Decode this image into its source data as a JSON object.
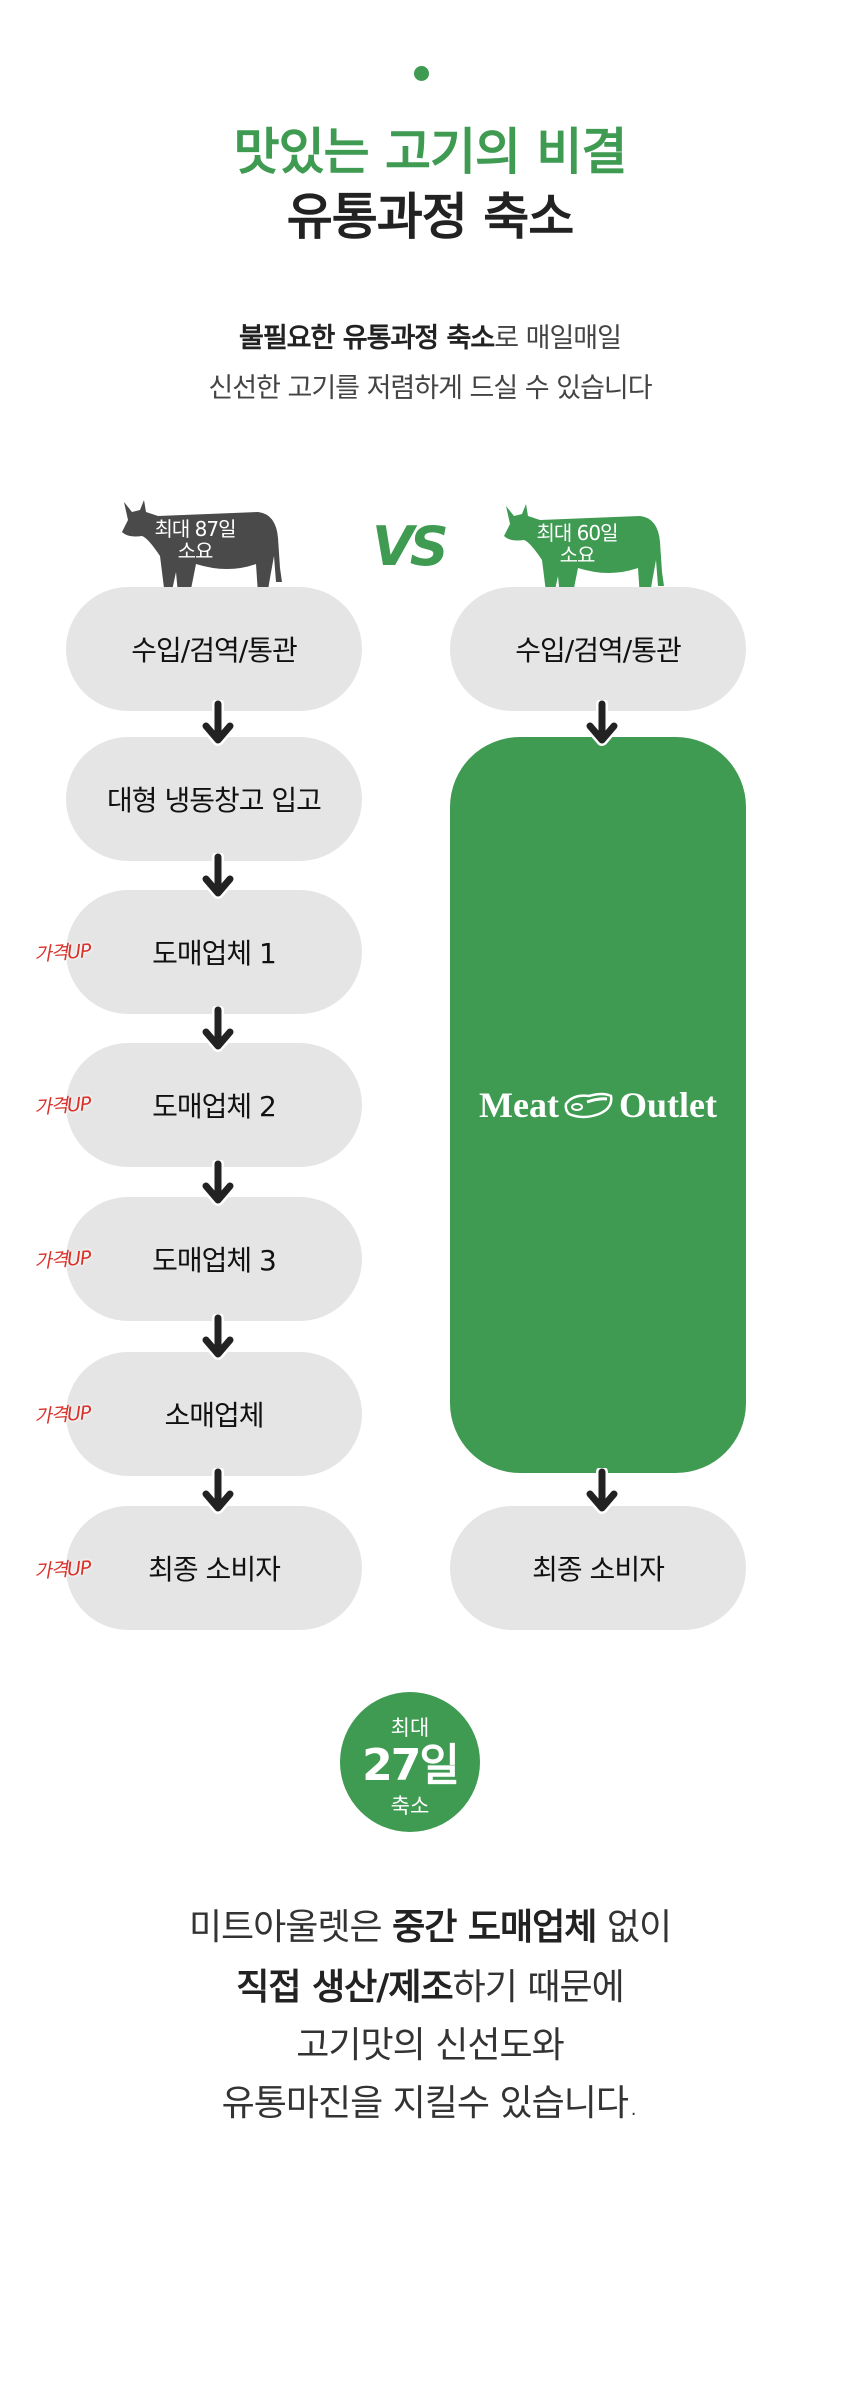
{
  "header": {
    "title_line1": "맛있는 고기의 비결",
    "title_line2": "유통과정 축소"
  },
  "subtitle": {
    "line1_bold": "불필요한 유통과정 축소",
    "line1_rest": "로 매일매일",
    "line2": "신선한 고기를 저렴하게 드실 수 있습니다"
  },
  "comparison": {
    "vs": "VS",
    "left": {
      "cow_label_1": "최대 87일",
      "cow_label_2": "소요",
      "steps": [
        "수입/검역/통관",
        "대형 냉동창고 입고",
        "도매업체 1",
        "도매업체 2",
        "도매업체 3",
        "소매업체",
        "최종 소비자"
      ],
      "price_up_label": "가격UP"
    },
    "right": {
      "cow_label_1": "최대 60일",
      "cow_label_2": "소요",
      "steps": [
        "수입/검역/통관",
        "최종 소비자"
      ],
      "logo_left": "Meat",
      "logo_right": "Outlet"
    }
  },
  "badge": {
    "top": "최대",
    "value": "27일",
    "bottom": "축소"
  },
  "bottom_text": {
    "l1_a": "미트아울렛은 ",
    "l1_bold": "중간 도매업체",
    "l1_b": " 없이",
    "l2_bold": "직접 생산/제조",
    "l2_rest": "하기 때문에",
    "l3": "고기맛의 신선도와",
    "l4": "유통마진을 지킬수 있습니다."
  },
  "colors": {
    "brand_green": "#3f9a52",
    "dark_cow": "#4a4a4a",
    "price_up": "#d8322b",
    "pill": "#e5e5e5"
  }
}
